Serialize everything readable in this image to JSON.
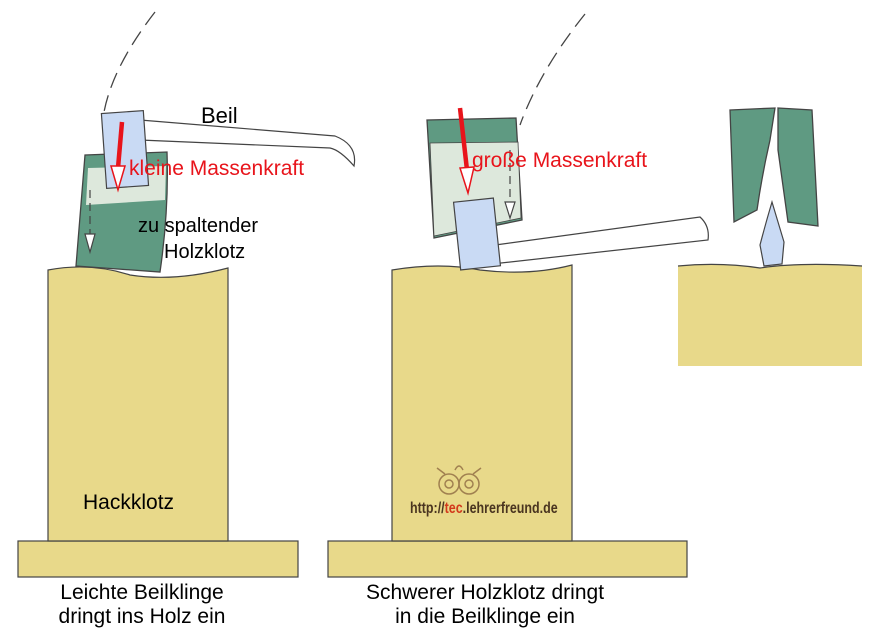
{
  "labels": {
    "beil": "Beil",
    "kleine_massenkraft": "kleine Massenkraft",
    "holzklotz_line1": "zu spaltender",
    "holzklotz_line2": "Holzklotz",
    "hackklotz": "Hackklotz",
    "grosse_massenkraft": "große Massenkraft",
    "watermark": "http://tec.lehrerfreund.de"
  },
  "captions": {
    "left_line1": "Leichte Beilklinge",
    "left_line2": "dringt ins Holz ein",
    "right_line1": "Schwerer Holzklotz dringt",
    "right_line2": "in die Beilklinge ein"
  },
  "colors": {
    "wood": "#e8d98a",
    "log_green": "#5f9a82",
    "log_light": "#dde8dc",
    "blade": "#c9daf4",
    "force_arrow": "#e8141b",
    "text": "#000000"
  }
}
